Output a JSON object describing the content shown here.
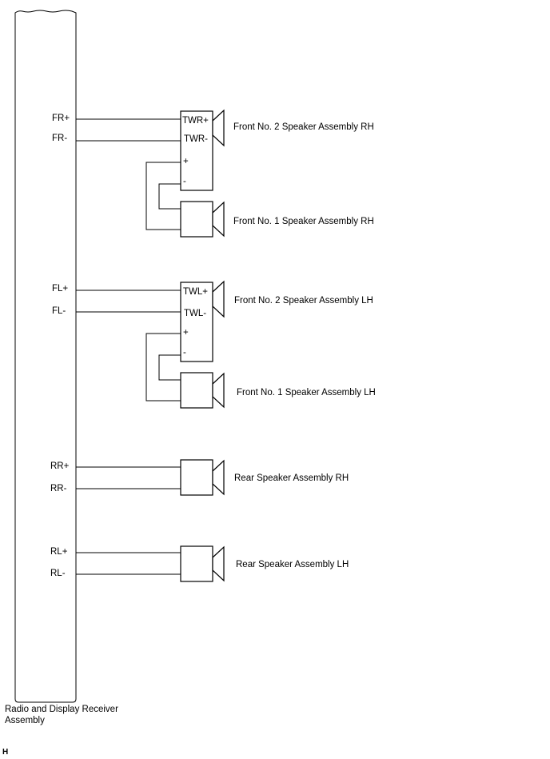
{
  "receiver": {
    "name_line1": "Radio and Display Receiver",
    "name_line2": "Assembly",
    "pins": {
      "fr_pos": "FR+",
      "fr_neg": "FR-",
      "fl_pos": "FL+",
      "fl_neg": "FL-",
      "rr_pos": "RR+",
      "rr_neg": "RR-",
      "rl_pos": "RL+",
      "rl_neg": "RL-"
    }
  },
  "front_rh": {
    "tweeter_name": "Front No. 2 Speaker Assembly RH",
    "tweeter_pins": {
      "in_pos": "TWR+",
      "in_neg": "TWR-",
      "out_pos": "+",
      "out_neg": "-"
    },
    "woofer_name": "Front No. 1 Speaker Assembly RH"
  },
  "front_lh": {
    "tweeter_name": "Front No. 2 Speaker Assembly LH",
    "tweeter_pins": {
      "in_pos": "TWL+",
      "in_neg": "TWL-",
      "out_pos": "+",
      "out_neg": "-"
    },
    "woofer_name": "Front No. 1 Speaker Assembly LH"
  },
  "rear_rh": {
    "name": "Rear Speaker Assembly RH"
  },
  "rear_lh": {
    "name": "Rear Speaker Assembly LH"
  },
  "figure_code": "H"
}
